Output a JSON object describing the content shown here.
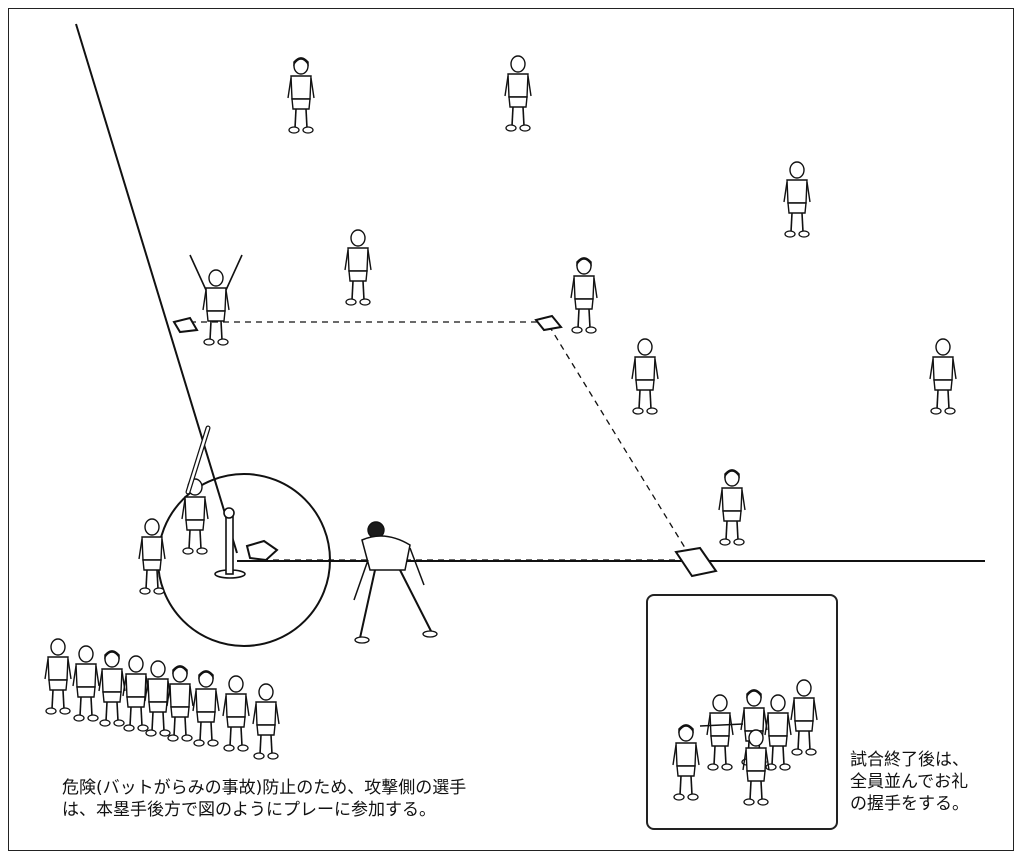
{
  "captions": {
    "left_line1": "危険(バットがらみの事故)防止のため、攻撃側の選手",
    "left_line2": "は、本塁手後方で図のようにプレーに参加する。",
    "right_line1": "試合終了後は、",
    "right_line2": "全員並んでお礼",
    "right_line3": "の握手をする。"
  },
  "colors": {
    "line": "#111111",
    "background": "#ffffff",
    "figure_fill": "#ffffff",
    "hair_dark": "#1a1a1a"
  },
  "icons": {
    "base": "base-icon",
    "home_plate": "home-plate-icon",
    "batting_tee": "batting-tee-icon",
    "player": "player-figure-icon",
    "bat": "bat-icon"
  }
}
